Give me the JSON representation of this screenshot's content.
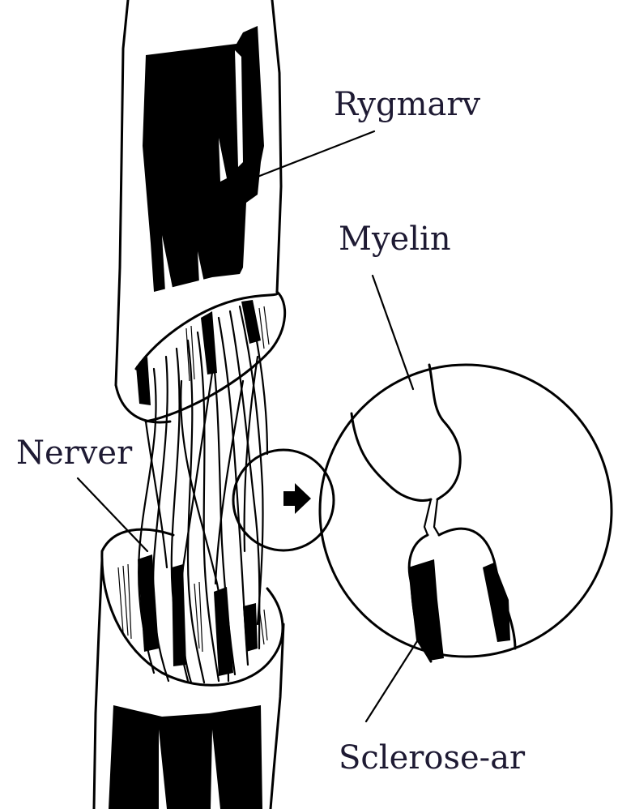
{
  "labels": {
    "spinal_cord": "Rygmarv",
    "myelin": "Myelin",
    "nerves": "Nerver",
    "lesions": "Sclerose-ar"
  },
  "colors": {
    "ink": "#000000",
    "label_text": "#1e1a33",
    "background": "#ffffff"
  },
  "icons": {
    "pointer": "arrow-right-icon"
  }
}
